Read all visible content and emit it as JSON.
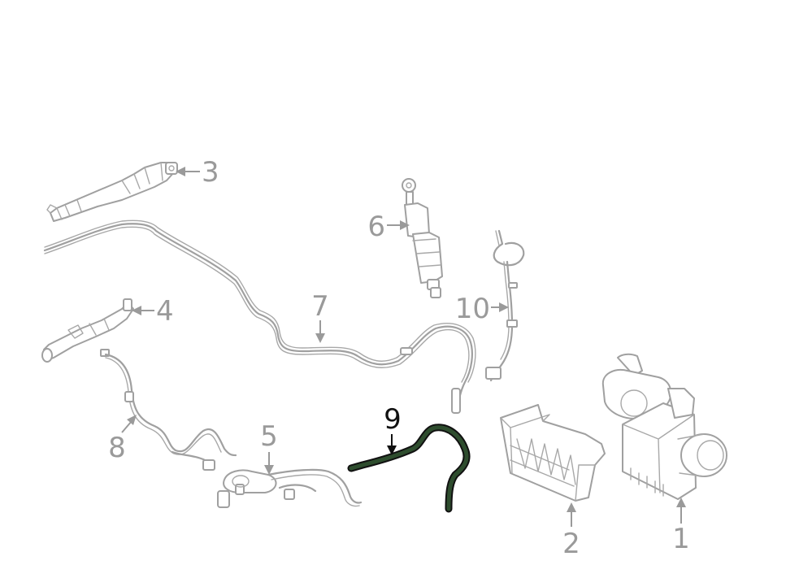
{
  "callouts": [
    {
      "id": "1",
      "label": "1"
    },
    {
      "id": "2",
      "label": "2"
    },
    {
      "id": "3",
      "label": "3"
    },
    {
      "id": "4",
      "label": "4"
    },
    {
      "id": "5",
      "label": "5"
    },
    {
      "id": "6",
      "label": "6"
    },
    {
      "id": "7",
      "label": "7"
    },
    {
      "id": "8",
      "label": "8"
    },
    {
      "id": "9",
      "label": "9",
      "highlighted": true
    },
    {
      "id": "10",
      "label": "10"
    }
  ],
  "colors": {
    "outline": "#a0a0a0",
    "label": "#9a9a9a",
    "highlight_outline": "#111111",
    "highlight_fill": "#1f3a1f",
    "background": "#ffffff"
  }
}
